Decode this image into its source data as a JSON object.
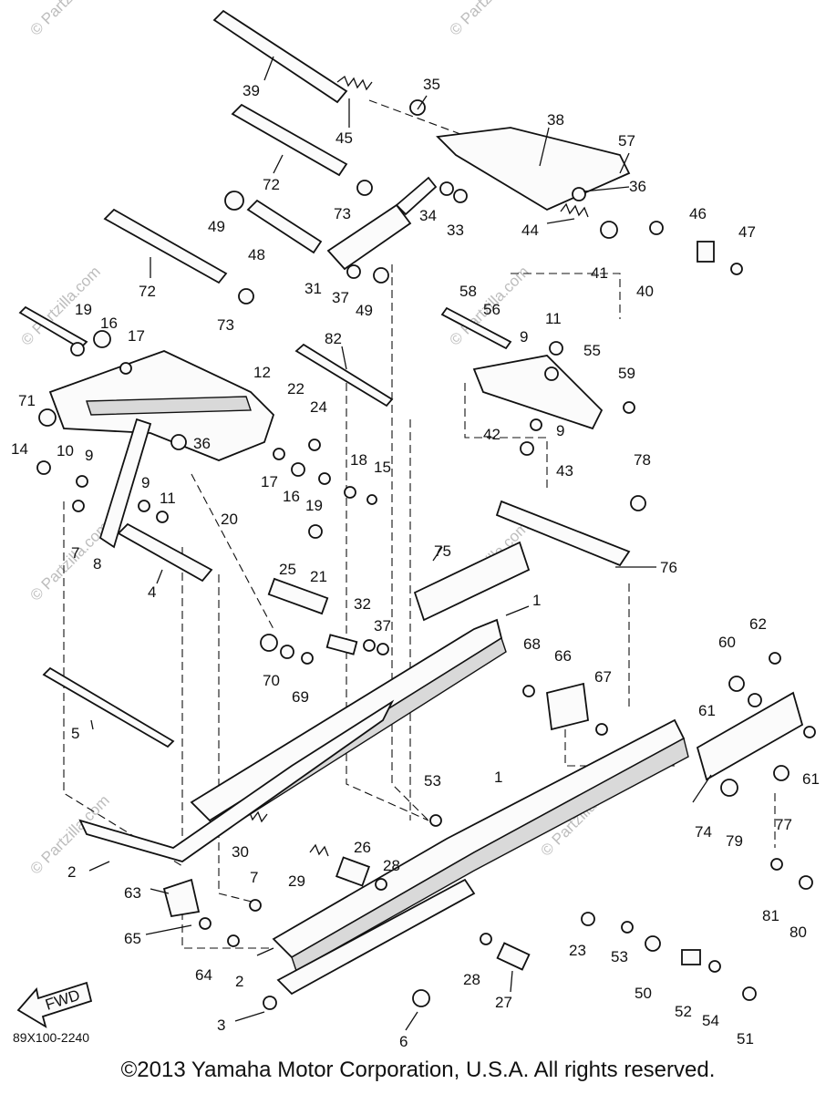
{
  "diagram": {
    "callouts": [
      "1",
      "2",
      "3",
      "4",
      "5",
      "6",
      "7",
      "8",
      "9",
      "10",
      "11",
      "12",
      "14",
      "15",
      "16",
      "17",
      "18",
      "19",
      "20",
      "21",
      "22",
      "23",
      "24",
      "25",
      "26",
      "27",
      "28",
      "29",
      "30",
      "31",
      "32",
      "33",
      "34",
      "35",
      "36",
      "37",
      "38",
      "39",
      "40",
      "41",
      "42",
      "43",
      "44",
      "45",
      "46",
      "47",
      "48",
      "49",
      "50",
      "51",
      "52",
      "53",
      "54",
      "55",
      "56",
      "57",
      "58",
      "59",
      "60",
      "61",
      "62",
      "63",
      "64",
      "65",
      "66",
      "67",
      "68",
      "69",
      "70",
      "71",
      "72",
      "73",
      "74",
      "75",
      "76",
      "77",
      "78",
      "79",
      "80",
      "81",
      "82"
    ],
    "watermark": "© Partzilla.com",
    "front_arrow_label": "FWD",
    "drawing_code": "89X100-2240"
  },
  "footer": {
    "copyright": "©2013  Yamaha Motor Corporation, U.S.A. All rights reserved."
  }
}
